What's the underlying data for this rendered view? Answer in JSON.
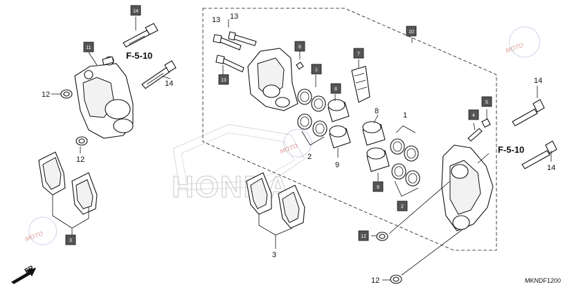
{
  "diagram_code": "MKNDF1200",
  "reference_labels": [
    "F-5-10",
    "F-5-10"
  ],
  "direction_label": "FR.",
  "watermark_text": "MOTO",
  "background_brand": "HONDA",
  "callouts": {
    "c1": "1",
    "c2": "2",
    "c3": "3",
    "c4": "4",
    "c5": "5",
    "c6": "6",
    "c7": "7",
    "c8": "8",
    "c9": "9",
    "c10": "10",
    "c11": "11",
    "c12": "12",
    "c13": "13",
    "c14": "14"
  },
  "colors": {
    "box_fill": "#555555",
    "ink": "#111111",
    "watermark": "#c0392b"
  }
}
